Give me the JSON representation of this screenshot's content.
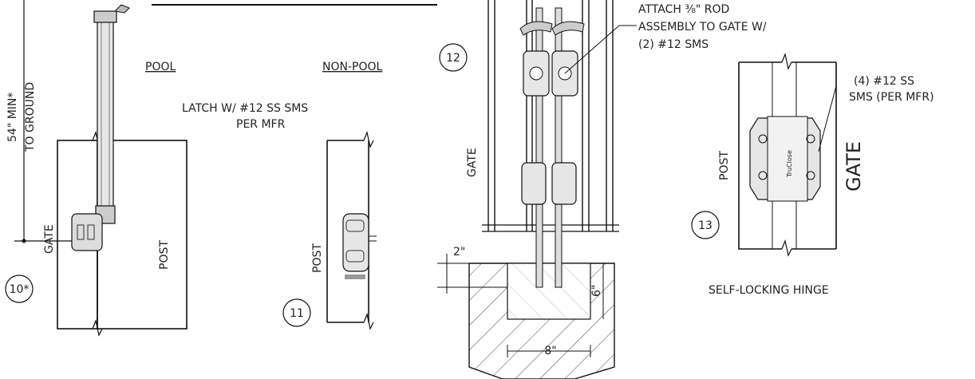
{
  "labels": {
    "min_height_line1": "54\" MIN*",
    "min_height_line2": "TO GROUND",
    "pool": "POOL",
    "non_pool": "NON-POOL",
    "latch_line1": "LATCH W/ #12 SS SMS",
    "latch_line2": "PER MFR",
    "gate_left": "GATE",
    "post_left": "POST",
    "post_mid": "POST",
    "gate_center": "GATE",
    "attach_line1": "ATTACH ⅜\" ROD",
    "attach_line2": "ASSEMBLY TO GATE W/",
    "attach_line3": "(2) #12 SMS",
    "sms_line1": "(4) #12 SS",
    "sms_line2": "SMS (PER MFR)",
    "post_right": "POST",
    "gate_right": "GATE",
    "hinge_caption": "SELF-LOCKING HINGE",
    "dim_2in": "2\"",
    "dim_6in": "6\"",
    "dim_8in": "8\""
  },
  "callouts": {
    "c10": "10*",
    "c11": "11",
    "c12": "12",
    "c13": "13"
  },
  "hardware_text": {
    "hinge_brand": "TruClose"
  }
}
